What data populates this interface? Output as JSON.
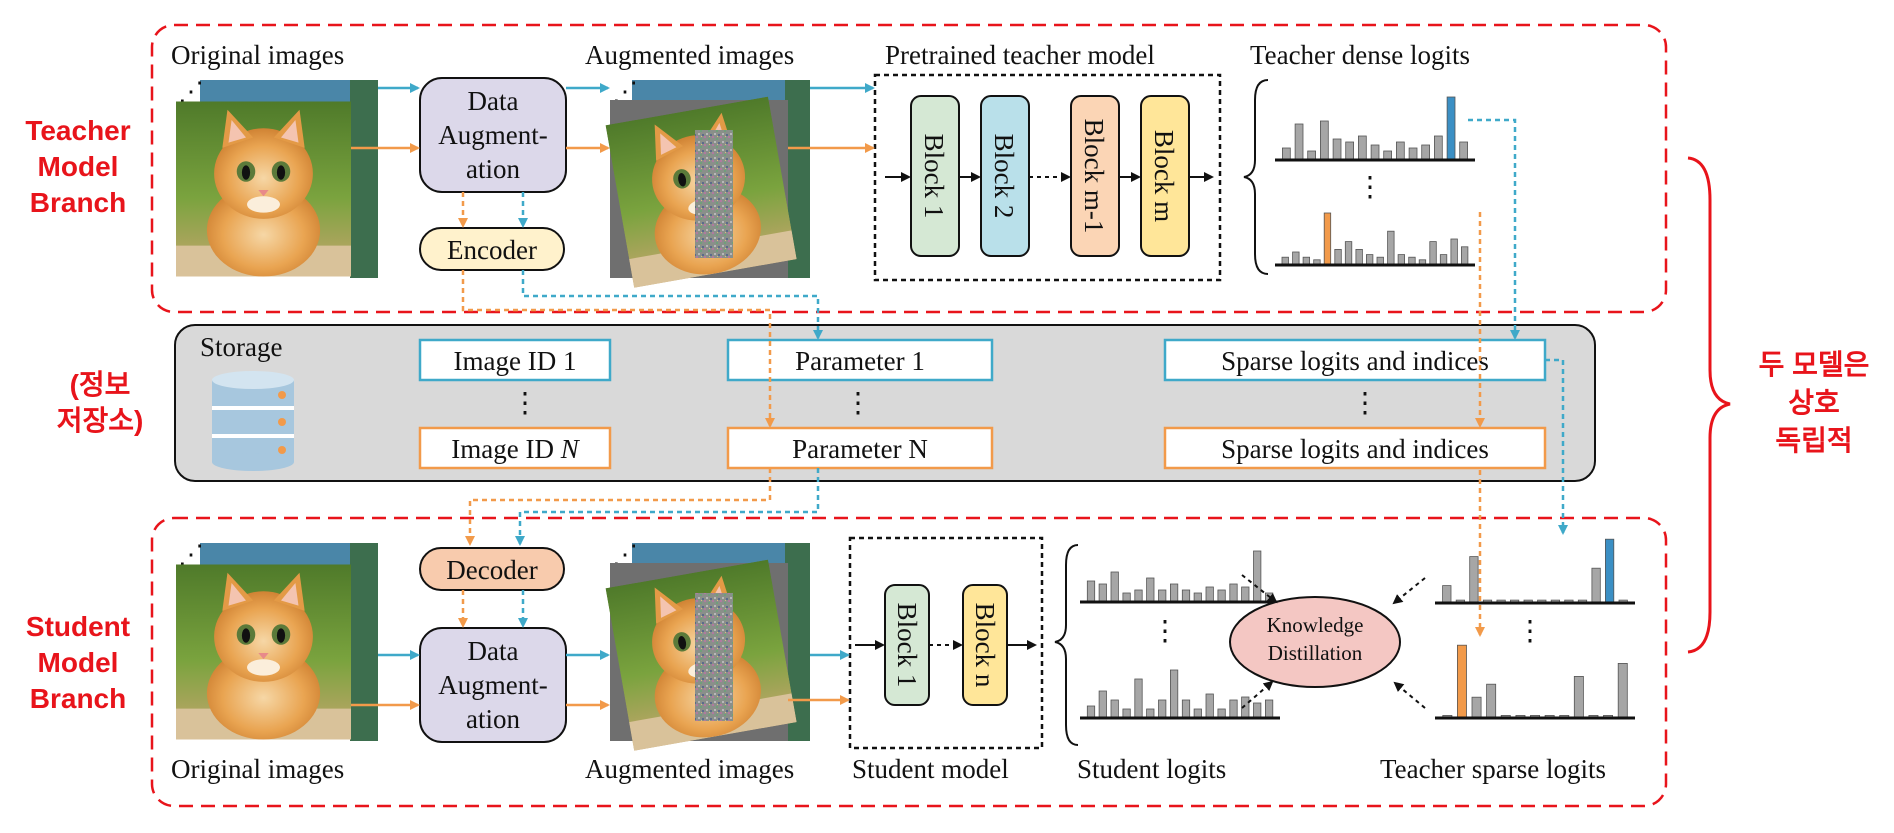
{
  "colors": {
    "branch_border": "#e8141b",
    "blue_arrow": "#3fa9c9",
    "orange_arrow": "#f29a4a",
    "storage_bg": "#d9d9d9",
    "box_purple": "#dcd8ea",
    "encoder_fill": "#fff2cc",
    "decoder_fill": "#f8cbad",
    "block_green": "#d5e8d4",
    "block_blue": "#b9e0ea",
    "block_orange": "#fbd5b5",
    "block_yellow": "#ffe699",
    "kd_fill": "#f4c7c3",
    "bar_gray": "#a6a6a6"
  },
  "side_labels": {
    "teacher": [
      "Teacher",
      "Model",
      "Branch"
    ],
    "storage": [
      "(정보",
      "저장소)"
    ],
    "student": [
      "Student",
      "Model",
      "Branch"
    ],
    "right_note": [
      "두 모델은",
      "상호",
      "독립적"
    ]
  },
  "teacher_branch": {
    "original_images": "Original images",
    "data_aug": [
      "Data",
      "Augment-",
      "ation"
    ],
    "encoder": "Encoder",
    "augmented_images": "Augmented images",
    "model_title": "Pretrained teacher model",
    "blocks": [
      "Block 1",
      "Block 2",
      "Block m-1",
      "Block m"
    ],
    "dense_logits_title": "Teacher dense logits",
    "ellipsis": "⋮"
  },
  "storage": {
    "title": "Storage",
    "image_id_1": "Image ID 1",
    "image_id_n_prefix": "Image ID ",
    "image_id_n_var": "N",
    "param_1": "Parameter 1",
    "param_n": "Parameter N",
    "sparse_1": "Sparse logits and indices",
    "sparse_n": "Sparse logits and indices",
    "ellipsis": "⋮"
  },
  "student_branch": {
    "original_images": "Original images",
    "decoder": "Decoder",
    "data_aug": [
      "Data",
      "Augment-",
      "ation"
    ],
    "augmented_images": "Augmented images",
    "model_title": "Student model",
    "blocks": [
      "Block 1",
      "Block n"
    ],
    "student_logits": "Student logits",
    "kd": [
      "Knowledge",
      "Distillation"
    ],
    "teacher_sparse_logits": "Teacher sparse logits",
    "ellipsis": "⋮"
  },
  "bar_charts": {
    "teacher_dense_top": {
      "values": [
        4,
        12,
        3,
        13,
        7,
        6,
        8,
        5,
        3,
        6,
        4,
        5,
        8,
        21,
        6
      ],
      "highlight": 13,
      "highlight_color": "#3b8fc4"
    },
    "teacher_dense_bottom": {
      "values": [
        3,
        5,
        3,
        2,
        20,
        6,
        9,
        6,
        4,
        3,
        13,
        4,
        3,
        2,
        9,
        4,
        10,
        7
      ],
      "highlight": 4,
      "highlight_color": "#f29a4a"
    },
    "student_top": {
      "values": [
        7,
        6,
        10,
        3,
        4,
        8,
        4,
        6,
        4,
        3,
        5,
        4,
        6,
        5,
        17,
        3
      ],
      "highlight": -1
    },
    "student_bottom": {
      "values": [
        4,
        9,
        6,
        3,
        13,
        3,
        6,
        16,
        6,
        3,
        8,
        3,
        6,
        7,
        5,
        6
      ],
      "highlight": -1
    },
    "teacher_sparse_top": {
      "values": [
        6,
        1,
        16,
        1,
        1,
        1,
        1,
        1,
        1,
        1,
        1,
        12,
        22,
        1
      ],
      "highlight": 12,
      "highlight_color": "#3b8fc4"
    },
    "teacher_sparse_bottom": {
      "values": [
        1,
        28,
        8,
        13,
        1,
        1,
        1,
        1,
        1,
        16,
        1,
        1,
        21
      ],
      "highlight": 1,
      "highlight_color": "#f29a4a"
    }
  }
}
